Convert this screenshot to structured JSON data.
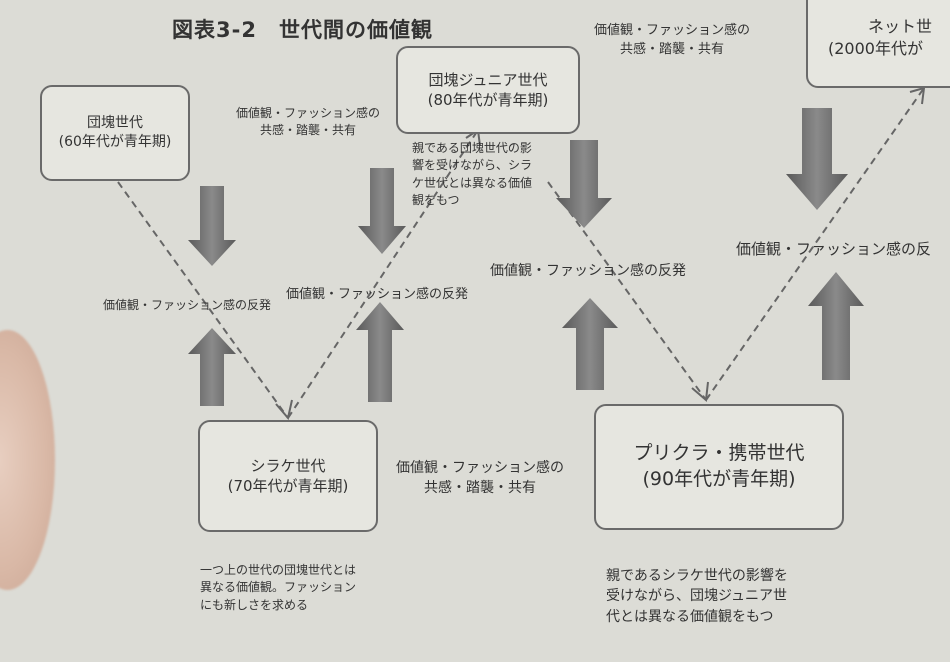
{
  "title": "図表3-2　世代間の価値観",
  "generations": {
    "dankai": {
      "name": "団塊世代",
      "period": "(60年代が青年期)"
    },
    "dankai_junior": {
      "name": "団塊ジュニア世代",
      "period": "(80年代が青年期)"
    },
    "net": {
      "name": "ネット世",
      "period": "(2000年代が"
    },
    "shirake": {
      "name": "シラケ世代",
      "period": "(70年代が青年期)"
    },
    "purikura": {
      "name": "プリクラ・携帯世代",
      "period": "(90年代が青年期)"
    }
  },
  "relations": {
    "sympathy_1": {
      "line1": "価値観・ファッション感の",
      "line2": "共感・踏襲・共有"
    },
    "sympathy_2": {
      "line1": "価値観・ファッション感の",
      "line2": "共感・踏襲・共有"
    },
    "sympathy_3": {
      "line1": "価値観・ファッション感の",
      "line2": "共感・踏襲・共有"
    },
    "backlash_1": "価値観・ファッション感の反発",
    "backlash_2": "価値観・ファッション感の反発",
    "backlash_3": "価値観・ファッション感の反発",
    "backlash_4": "価値観・ファッション感の反"
  },
  "notes": {
    "dankai_junior": [
      "親である団塊世代の影",
      "響を受けながら、シラ",
      "ケ世代とは異なる価値",
      "観をもつ"
    ],
    "shirake": [
      "一つ上の世代の団塊世代とは",
      "異なる価値観。ファッション",
      "にも新しさを求める"
    ],
    "purikura": [
      "親であるシラケ世代の影響を",
      "受けながら、団塊ジュニア世",
      "代とは異なる価値観をもつ"
    ]
  }
}
